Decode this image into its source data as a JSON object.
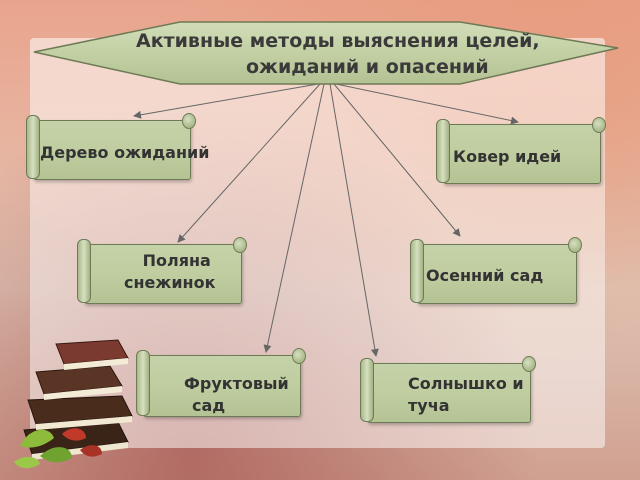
{
  "diagram": {
    "title_line1": "Активные методы выяснения целей,",
    "title_line2": "ожиданий и опасений",
    "nodes": [
      {
        "id": "tree",
        "line1": "Дерево ожиданий",
        "line2": ""
      },
      {
        "id": "carpet",
        "line1": "Ковер идей",
        "line2": ""
      },
      {
        "id": "glade",
        "line1": "Поляна",
        "line2": "снежинок"
      },
      {
        "id": "garden",
        "line1": "Осенний сад",
        "line2": ""
      },
      {
        "id": "fruit",
        "line1": "Фруктовый",
        "line2": "сад"
      },
      {
        "id": "sun",
        "line1": "Солнышко и",
        "line2": "туча"
      }
    ],
    "colors": {
      "scroll_fill": "#c5d2a9",
      "scroll_border": "#6e7a55",
      "arrow": "#666666",
      "text": "#333333"
    }
  }
}
